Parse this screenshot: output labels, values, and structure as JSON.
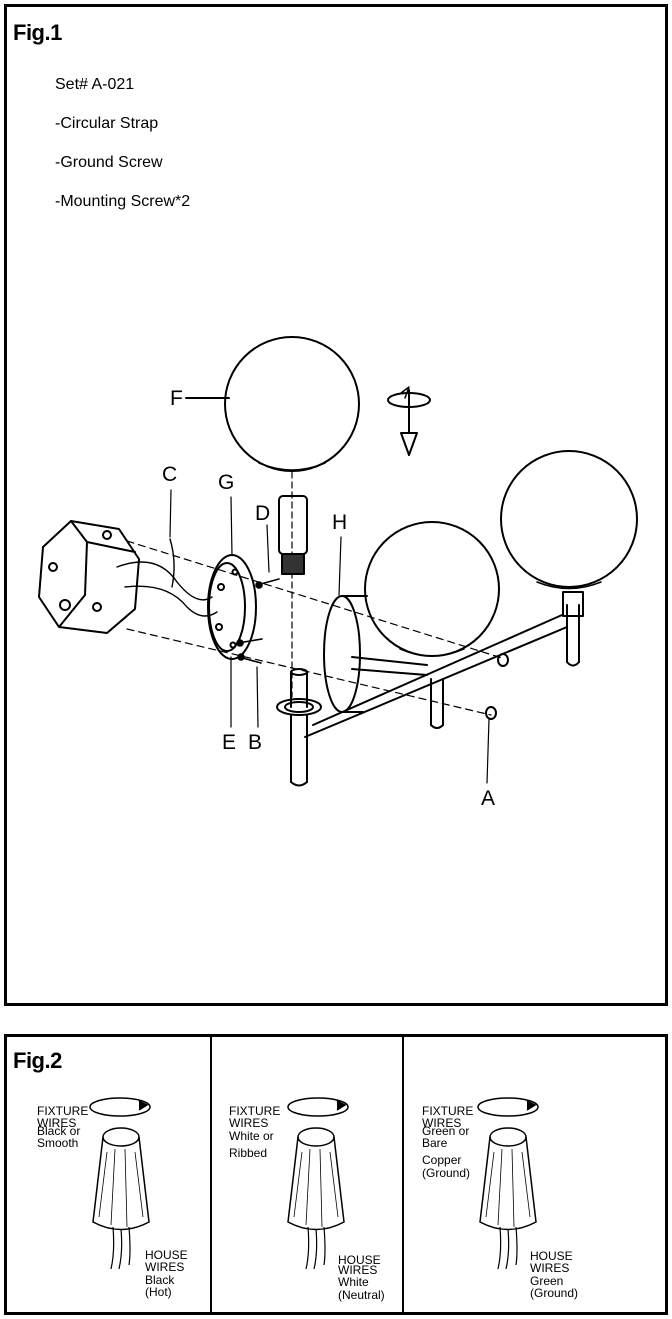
{
  "fig1": {
    "title": "Fig.1",
    "set_number": "Set# A-021",
    "parts": [
      "-Circular Strap",
      "-Ground Screw",
      "-Mounting Screw*2"
    ],
    "callouts": {
      "F": "F",
      "C": "C",
      "G": "G",
      "D": "D",
      "H": "H",
      "E": "E",
      "B": "B",
      "A": "A"
    }
  },
  "fig2": {
    "title": "Fig.2",
    "panels": [
      {
        "fixture_line1": "FIXTURE",
        "fixture_line2": "WIRES",
        "fixture_desc1": "Black or",
        "fixture_desc2": "Smooth",
        "fixture_desc3": "",
        "house_line1": "HOUSE",
        "house_line2": "WIRES",
        "house_desc1": "Black",
        "house_desc2": "(Hot)"
      },
      {
        "fixture_line1": "FIXTURE",
        "fixture_line2": "WIRES",
        "fixture_desc1": "White or",
        "fixture_desc2": "Ribbed",
        "fixture_desc3": "",
        "house_line1": "HOUSE",
        "house_line2": "WIRES",
        "house_desc1": "White",
        "house_desc2": "(Neutral)"
      },
      {
        "fixture_line1": "FIXTURE",
        "fixture_line2": "WIRES",
        "fixture_desc1": "Green or",
        "fixture_desc2": "Bare",
        "fixture_desc3": "Copper",
        "fixture_desc4": "(Ground)",
        "house_line1": "HOUSE",
        "house_line2": "WIRES",
        "house_desc1": "Green",
        "house_desc2": "(Ground)"
      }
    ]
  }
}
